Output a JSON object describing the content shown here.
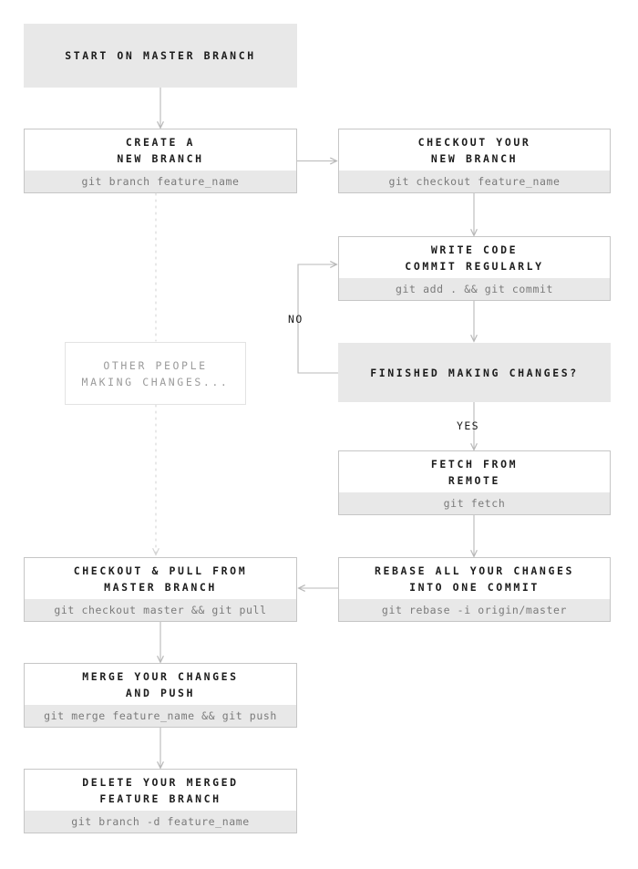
{
  "diagram": {
    "title": "Git feature-branch workflow flowchart",
    "colors": {
      "box_fill_solid": "#e8e8e8",
      "box_fill_plain": "#ffffff",
      "box_border": "#c6c6c6",
      "ghost_border": "#e3e3e3",
      "command_strip": "#e8e8e8",
      "text_primary": "#1c1c1c",
      "text_command": "#7a7a7a",
      "text_ghost": "#9b9b9b",
      "connector": "#b8b8b8",
      "background": "#ffffff"
    },
    "nodes": [
      {
        "id": "start",
        "kind": "solid",
        "lines": [
          "START ON MASTER BRANCH"
        ],
        "command": ""
      },
      {
        "id": "create-branch",
        "kind": "step",
        "lines": [
          "CREATE A",
          "NEW BRANCH"
        ],
        "command": "git branch feature_name"
      },
      {
        "id": "checkout-branch",
        "kind": "step",
        "lines": [
          "CHECKOUT YOUR",
          "NEW BRANCH"
        ],
        "command": "git checkout feature_name"
      },
      {
        "id": "write-code",
        "kind": "step",
        "lines": [
          "WRITE CODE",
          "COMMIT REGULARLY"
        ],
        "command": "git add . && git commit"
      },
      {
        "id": "finished-decision",
        "kind": "solid",
        "lines": [
          "FINISHED MAKING CHANGES?"
        ],
        "command": ""
      },
      {
        "id": "other-people",
        "kind": "ghost",
        "lines": [
          "OTHER PEOPLE",
          "MAKING CHANGES..."
        ],
        "command": ""
      },
      {
        "id": "fetch-remote",
        "kind": "step",
        "lines": [
          "FETCH FROM",
          "REMOTE"
        ],
        "command": "git fetch"
      },
      {
        "id": "rebase-changes",
        "kind": "step",
        "lines": [
          "REBASE ALL YOUR CHANGES",
          "INTO ONE COMMIT"
        ],
        "command": "git rebase -i origin/master"
      },
      {
        "id": "checkout-pull-master",
        "kind": "step",
        "lines": [
          "CHECKOUT & PULL FROM",
          "MASTER BRANCH"
        ],
        "command": "git checkout master && git pull"
      },
      {
        "id": "merge-push",
        "kind": "step",
        "lines": [
          "MERGE YOUR CHANGES",
          "AND PUSH"
        ],
        "command": "git merge feature_name && git push"
      },
      {
        "id": "delete-branch",
        "kind": "step",
        "lines": [
          "DELETE YOUR MERGED",
          "FEATURE BRANCH"
        ],
        "command": "git branch -d feature_name"
      }
    ],
    "edge_labels": [
      {
        "id": "no-label",
        "text": "NO"
      },
      {
        "id": "yes-label",
        "text": "YES"
      }
    ]
  }
}
